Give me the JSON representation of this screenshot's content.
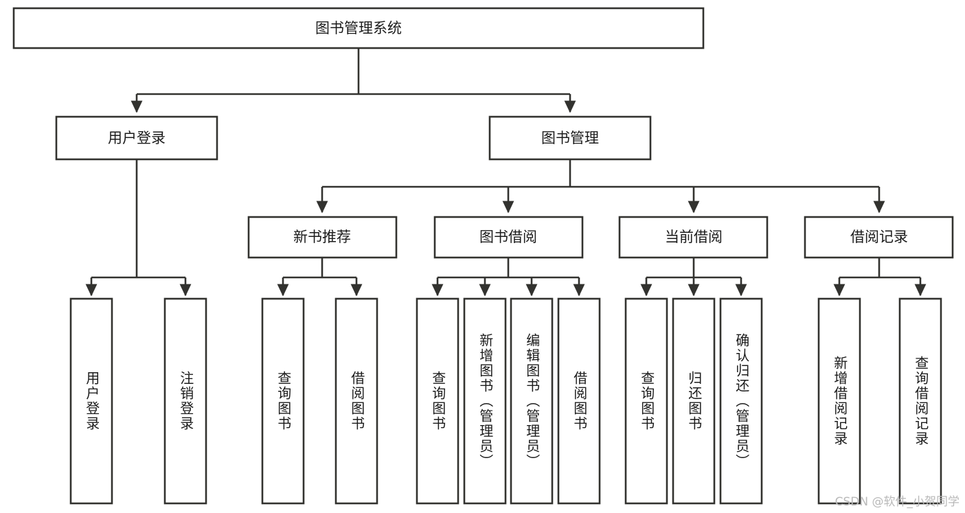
{
  "diagram": {
    "type": "tree",
    "title": "图书管理系统",
    "watermark": "CSDN @软件_小贺同学",
    "colors": {
      "stroke": "#32322f",
      "fill": "#ffffff",
      "text": "#1b1b1b",
      "watermark": "#b9b9b9"
    },
    "root": {
      "label": "图书管理系统"
    },
    "level2": [
      {
        "label": "用户登录"
      },
      {
        "label": "图书管理"
      }
    ],
    "level3": [
      {
        "label": "新书推荐"
      },
      {
        "label": "图书借阅"
      },
      {
        "label": "当前借阅"
      },
      {
        "label": "借阅记录"
      }
    ],
    "leaves": [
      {
        "label": "用户登录",
        "parent": "用户登录"
      },
      {
        "label": "注销登录",
        "parent": "用户登录"
      },
      {
        "label": "查询图书",
        "parent": "新书推荐"
      },
      {
        "label": "借阅图书",
        "parent": "新书推荐"
      },
      {
        "label": "查询图书",
        "parent": "图书借阅"
      },
      {
        "label": "新增图书（管理员）",
        "parent": "图书借阅"
      },
      {
        "label": "编辑图书（管理员）",
        "parent": "图书借阅"
      },
      {
        "label": "借阅图书",
        "parent": "图书借阅"
      },
      {
        "label": "查询图书",
        "parent": "当前借阅"
      },
      {
        "label": "归还图书",
        "parent": "当前借阅"
      },
      {
        "label": "确认归还（管理员）",
        "parent": "当前借阅"
      },
      {
        "label": "新增借阅记录",
        "parent": "借阅记录"
      },
      {
        "label": "查询借阅记录",
        "parent": "借阅记录"
      }
    ]
  }
}
